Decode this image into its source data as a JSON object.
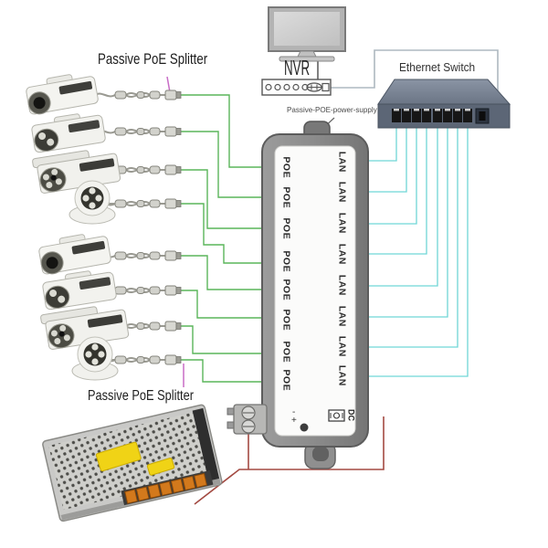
{
  "labels": {
    "splitter_top": "Passive PoE Splitter",
    "splitter_bottom": "Passive PoE Splitter",
    "nvr": "NVR",
    "ethernet_switch": "Ethernet Switch",
    "poe_power_supply": "Passive-POE-power-supply"
  },
  "injector": {
    "poe_ports": [
      "POE",
      "POE",
      "POE",
      "POE",
      "POE",
      "POE",
      "POE",
      "POE"
    ],
    "lan_ports": [
      "LAN",
      "LAN",
      "LAN",
      "LAN",
      "LAN",
      "LAN",
      "LAN",
      "LAN"
    ],
    "dc_label": "DC",
    "polarity": {
      "minus": "-",
      "plus": "+"
    }
  },
  "colors": {
    "poe_cable": "#5ab55a",
    "lan_cable": "#6fd6d6",
    "dc_cable": "#a34a42",
    "label_pointer": "#c86cc6",
    "uplink_cable": "#aeb8c0",
    "monitor_cable": "#555555"
  }
}
